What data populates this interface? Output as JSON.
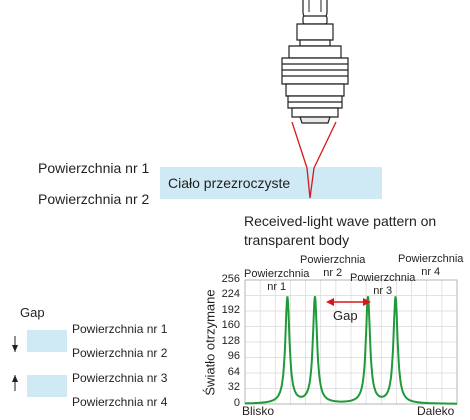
{
  "surface_labels": {
    "s1": "Powierzchnia nr 1",
    "s2": "Powierzchnia nr 2"
  },
  "transparent_body": "Ciało przezroczyste",
  "graph_title": [
    "Received-light wave pattern on",
    "transparent body"
  ],
  "gap_legend": {
    "title": "Gap",
    "items": [
      "Powierzchnia nr 1",
      "Powierzchnia nr 2",
      "Powierzchnia nr 3",
      "Powierzchnia nr 4"
    ]
  },
  "chart_data": {
    "type": "line",
    "ylabel": "Światło otrzymane",
    "y_ticks": [
      "256",
      "224",
      "192",
      "160",
      "128",
      "96",
      "64",
      "32",
      "0"
    ],
    "ylim": [
      0,
      256
    ],
    "x_left_label": "Blisko",
    "x_right_label": "Daleko",
    "gap_annotation": "Gap",
    "peak_labels": [
      [
        "Powierzchnia",
        "nr 1"
      ],
      [
        "Powierzchnia",
        "nr 2"
      ],
      [
        "Powierzchnia",
        "nr 3"
      ],
      [
        "Powierzchnia",
        "nr 4"
      ]
    ],
    "peaks": [
      {
        "x": 0.2,
        "y": 220
      },
      {
        "x": 0.33,
        "y": 220
      },
      {
        "x": 0.58,
        "y": 220
      },
      {
        "x": 0.71,
        "y": 220
      }
    ],
    "grid": true,
    "series_color": "#1e9a3a"
  },
  "colors": {
    "laser": "#d7191c",
    "glass": "#cfe9f5",
    "arrow": "#d7191c"
  }
}
